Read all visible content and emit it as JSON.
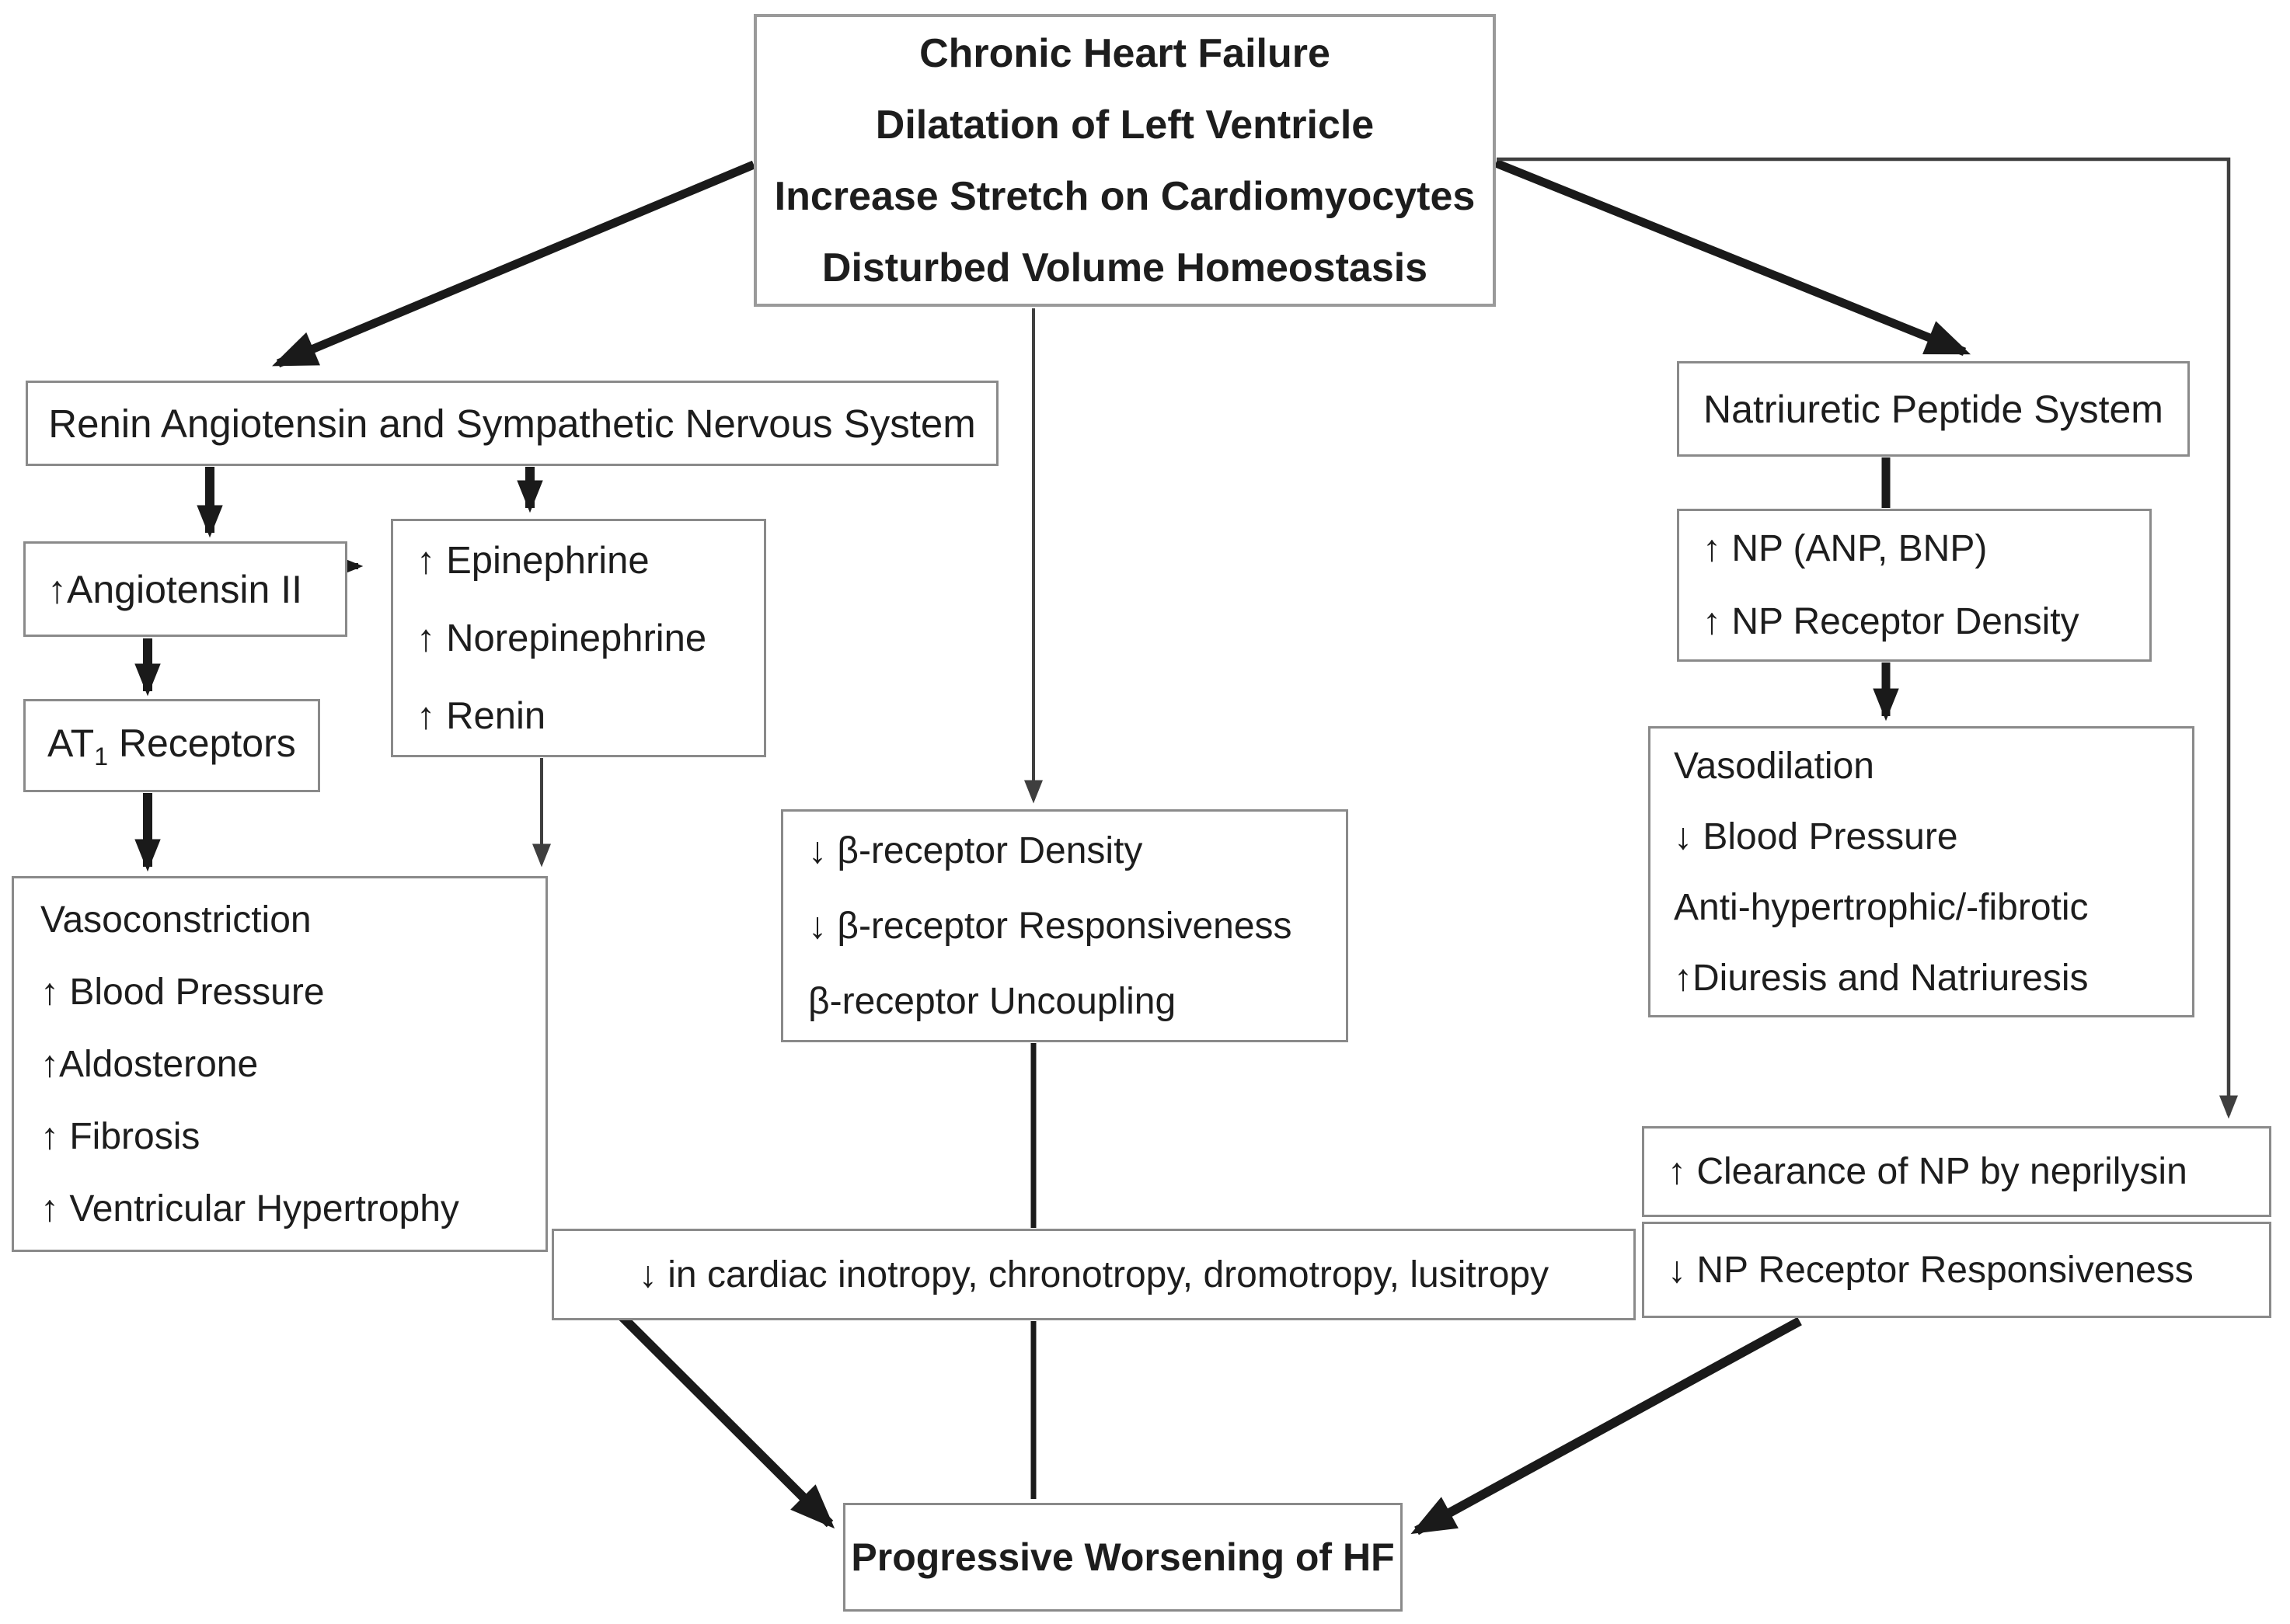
{
  "diagram": {
    "title": "Chronic Heart Failure pathophysiology flowchart",
    "colors": {
      "background": "#ffffff",
      "box_border": "#8a8a8a",
      "text": "#1d1d1d",
      "arrow": "#1a1a1a"
    },
    "boxes": {
      "chf": {
        "lines": [
          "Chronic Heart Failure",
          "Dilatation of Left Ventricle",
          "Increase Stretch on Cardiomyocytes",
          "Disturbed Volume Homeostasis"
        ]
      },
      "raas": {
        "label": "Renin Angiotensin and Sympathetic Nervous System"
      },
      "angiotensin": {
        "label": "↑Angiotensin II"
      },
      "catecholamines": {
        "lines": [
          "↑ Epinephrine",
          "↑ Norepinephrine",
          "↑ Renin"
        ]
      },
      "at1": {
        "prefix": "AT",
        "subscript": "1",
        "suffix": " Receptors"
      },
      "vasoconstriction": {
        "lines": [
          "Vasoconstriction",
          "↑ Blood Pressure",
          "↑Aldosterone",
          "↑ Fibrosis",
          "↑ Ventricular Hypertrophy"
        ]
      },
      "beta_receptor": {
        "lines": [
          "↓ β-receptor Density",
          "↓ β-receptor Responsiveness",
          "β-receptor Uncoupling"
        ]
      },
      "nps": {
        "label": "Natriuretic Peptide System"
      },
      "np": {
        "lines": [
          "↑ NP (ANP, BNP)",
          "↑ NP Receptor Density"
        ]
      },
      "vasodilation": {
        "lines": [
          "Vasodilation",
          "↓ Blood Pressure",
          "Anti-hypertrophic/-fibrotic",
          "↑Diuresis and Natriuresis"
        ]
      },
      "clearance": {
        "label": "↑ Clearance of NP by neprilysin"
      },
      "np_receptor": {
        "label": "↓ NP Receptor Responsiveness"
      },
      "cardiac": {
        "label": "↓ in cardiac inotropy, chronotropy, dromotropy, lusitropy"
      },
      "progression": {
        "label": "Progressive Worsening of HF"
      }
    }
  }
}
